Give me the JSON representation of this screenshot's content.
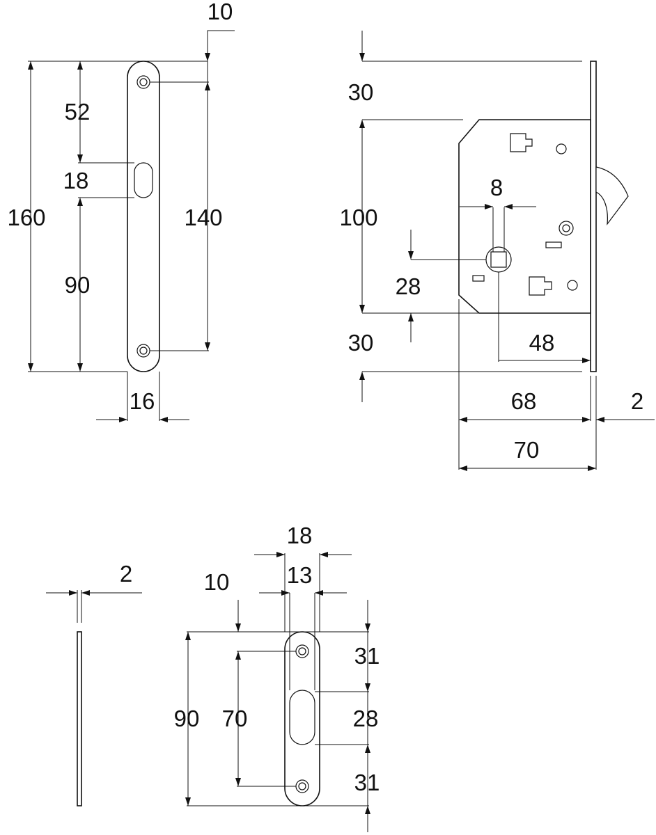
{
  "faceplate": {
    "top_offset": "10",
    "upper_segment": "52",
    "slot_height": "18",
    "lower_segment": "90",
    "total_height": "160",
    "hole_spacing": "140",
    "width": "16"
  },
  "lock_body": {
    "top_gap": "30",
    "body_height": "100",
    "bottom_gap": "30",
    "spindle_width": "8",
    "spindle_offset": "28",
    "backset": "48",
    "case_depth": "68",
    "plate_thickness": "2",
    "total_depth": "70"
  },
  "strike_side": {
    "plate_thickness": "2"
  },
  "strike_plate": {
    "outer_width": "18",
    "inner_width": "13",
    "top_offset": "10",
    "total_height": "90",
    "hole_spacing": "70",
    "upper_segment": "31",
    "slot_height": "28",
    "lower_segment": "31"
  }
}
